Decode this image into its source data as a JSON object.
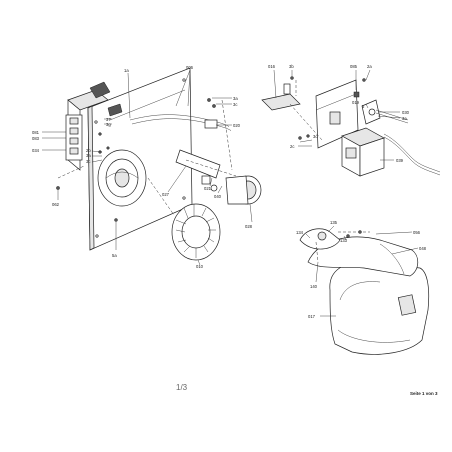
{
  "callouts": {
    "c1a": "1a",
    "c006": "006",
    "c3a": "3a",
    "c3c_a": "3c",
    "c020": "020",
    "c081": "081",
    "c083": "083",
    "c034": "034",
    "c2b": "2b",
    "c3a_b": "3a",
    "c3c_b": "3c",
    "c37": "37",
    "c3g": "3g",
    "c027": "027",
    "c021": "021",
    "c040": "040",
    "c028": "028",
    "c062": "062",
    "c5a": "5a",
    "c010": "010",
    "c016": "016",
    "c3b": "3b",
    "c085": "085",
    "c2a": "2a",
    "c019": "019",
    "c5": "5",
    "c030": "030",
    "c3a_c": "3a",
    "c2c": "2c",
    "c3c_c": "3c",
    "c039": "039",
    "c135": "135",
    "c134": "134",
    "c133": "133",
    "c056": "056",
    "c048": "048",
    "c140": "140",
    "c017": "017"
  },
  "page_number": "1/3",
  "footer": "Seite 1 von 3"
}
